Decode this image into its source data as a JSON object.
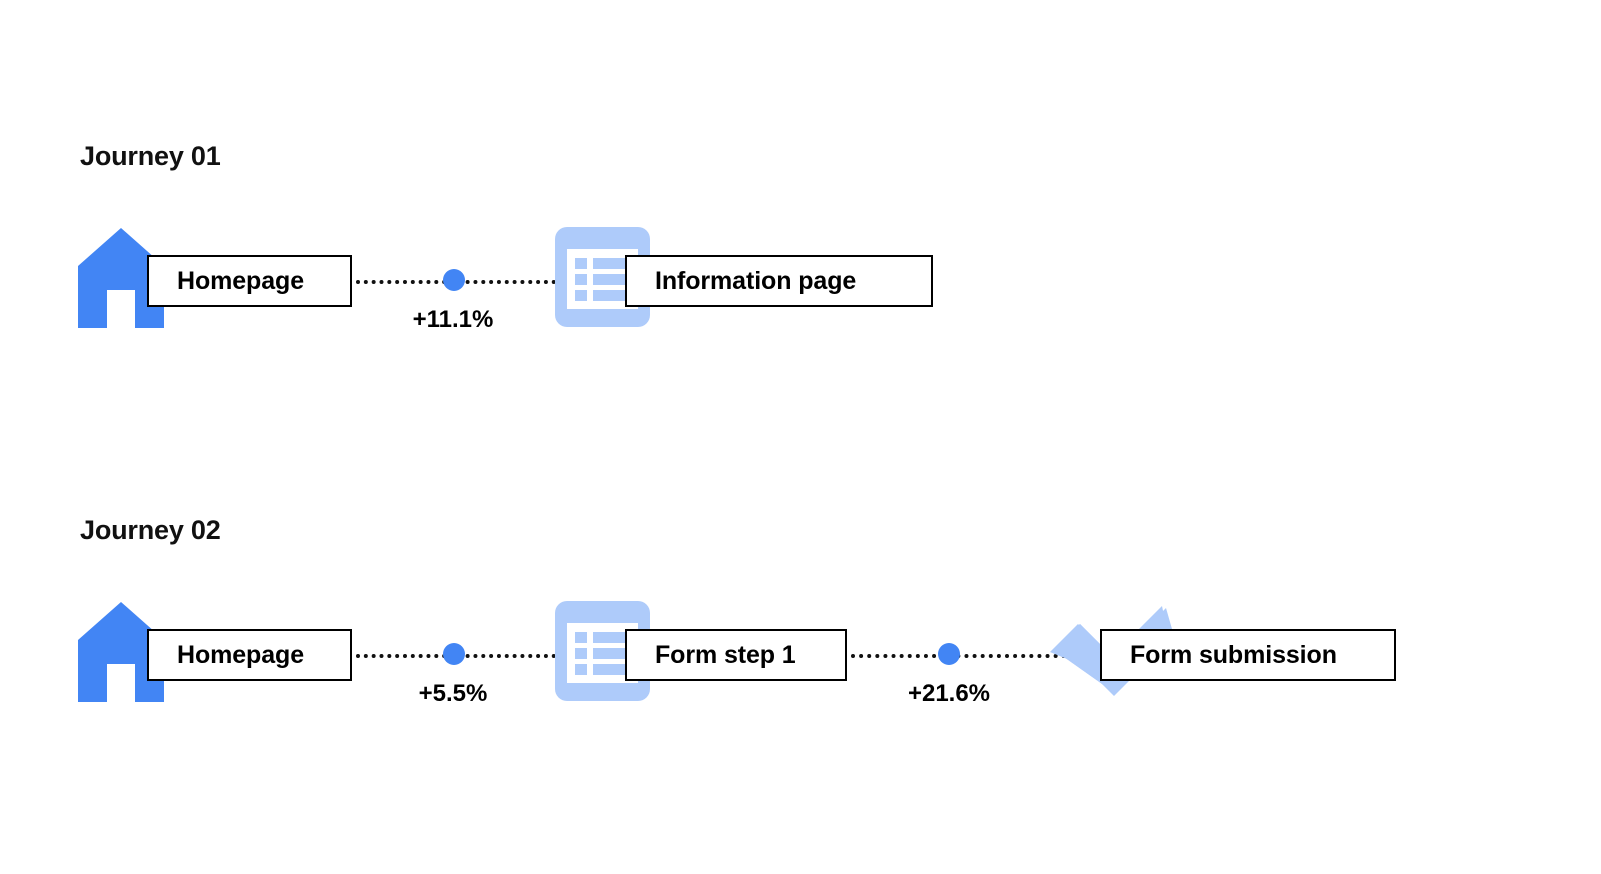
{
  "page": {
    "background_color": "#ffffff",
    "accent_blue": "#4285f4",
    "light_blue": "#aecbfa",
    "text_color": "#000000"
  },
  "journeys": [
    {
      "title": "Journey 01",
      "steps": [
        {
          "label": "Homepage",
          "icon": "home-icon"
        },
        {
          "label": "Information page",
          "icon": "document-list-icon"
        }
      ],
      "transitions": [
        {
          "delta": "+11.1%"
        }
      ]
    },
    {
      "title": "Journey 02",
      "steps": [
        {
          "label": "Homepage",
          "icon": "home-icon"
        },
        {
          "label": "Form step 1",
          "icon": "document-list-icon"
        },
        {
          "label": "Form submission",
          "icon": "check-icon"
        }
      ],
      "transitions": [
        {
          "delta": "+5.5%"
        },
        {
          "delta": "+21.6%"
        }
      ]
    }
  ]
}
